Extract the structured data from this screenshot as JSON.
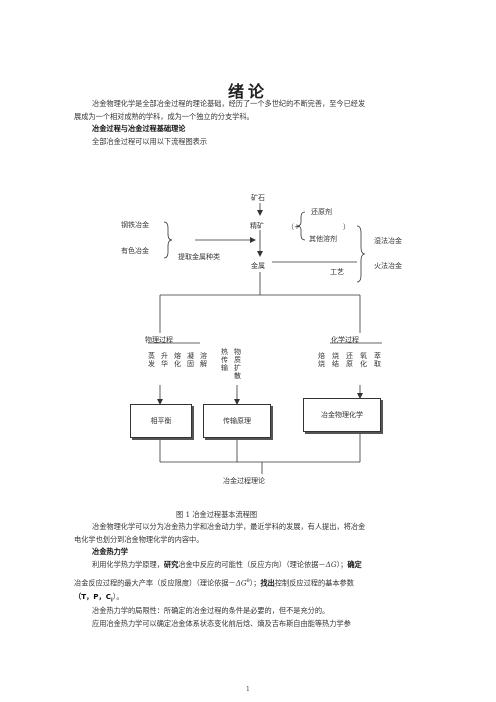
{
  "title": "绪论",
  "intro_p1": "冶金物理化学是全部冶金过程的理论基础，经历了一个多世纪的不断完善，至今已经发",
  "intro_p2": "展成为一个相对成熟的学科，成为一个独立的分支学科。",
  "section1": "冶金过程与冶金过程基础理论",
  "section1_desc": "全部冶金过程可以用以下流程图表示",
  "flow": {
    "ore": "矿石",
    "concentrate": "精矿",
    "metal": "金属",
    "ferrous": "钢铁冶金",
    "nonferrous": "有色冶金",
    "extract": "提取金属种类",
    "paren_open": "（+",
    "paren_close": "）",
    "reductant": "还原剂",
    "flux": "其他溶剂",
    "wet": "湿法冶金",
    "fire": "火法冶金",
    "process": "工艺",
    "physical": "物理过程",
    "chemical": "化学过程",
    "phys_items": [
      "蒸发",
      "升华",
      "熔化",
      "凝固",
      "溶解"
    ],
    "transfer_items": [
      "热传输",
      "物质扩散"
    ],
    "chem_items": [
      "焙烧",
      "烧结",
      "还原",
      "氧化",
      "萃取"
    ],
    "phase_eq": "相平衡",
    "transport": "传输原理",
    "met_phys_chem": "冶金物理化学",
    "theory": "冶金过程理论"
  },
  "figure_caption": "图 1  冶金过程基本流程图",
  "p2_line1": "冶金物理化学可以分为冶金热力学和冶金动力学，最近学科的发展，有人提出，将冶金",
  "p2_line2": "电化学也划分到冶金物理化学的内容中。",
  "section2": "冶金热力学",
  "l1": {
    "a": "利用化学热力学原理，",
    "b": "研究",
    "c": "冶金中反应的可能性（反应方向）（理论依据－",
    "d": "ΔG",
    "e": "）；",
    "f": "确定"
  },
  "l2": {
    "a": "冶金反应过程的最大产率（反应限度）（理论依据－",
    "b": "ΔG",
    "c": "θ",
    "d": "）；",
    "e": "找出",
    "f": "控制反应过程的基本参数"
  },
  "l3": "（T，P，C",
  "l3_sub": "i",
  "l3_end": "）。",
  "p3": "冶金热力学的局限性：所确定的冶金过程的条件是必要的，但不是充分的。",
  "p4": "应用冶金热力学可以确定冶金体系状态变化前后焓、熵及吉布斯自由能等热力学参",
  "page_number": "1"
}
